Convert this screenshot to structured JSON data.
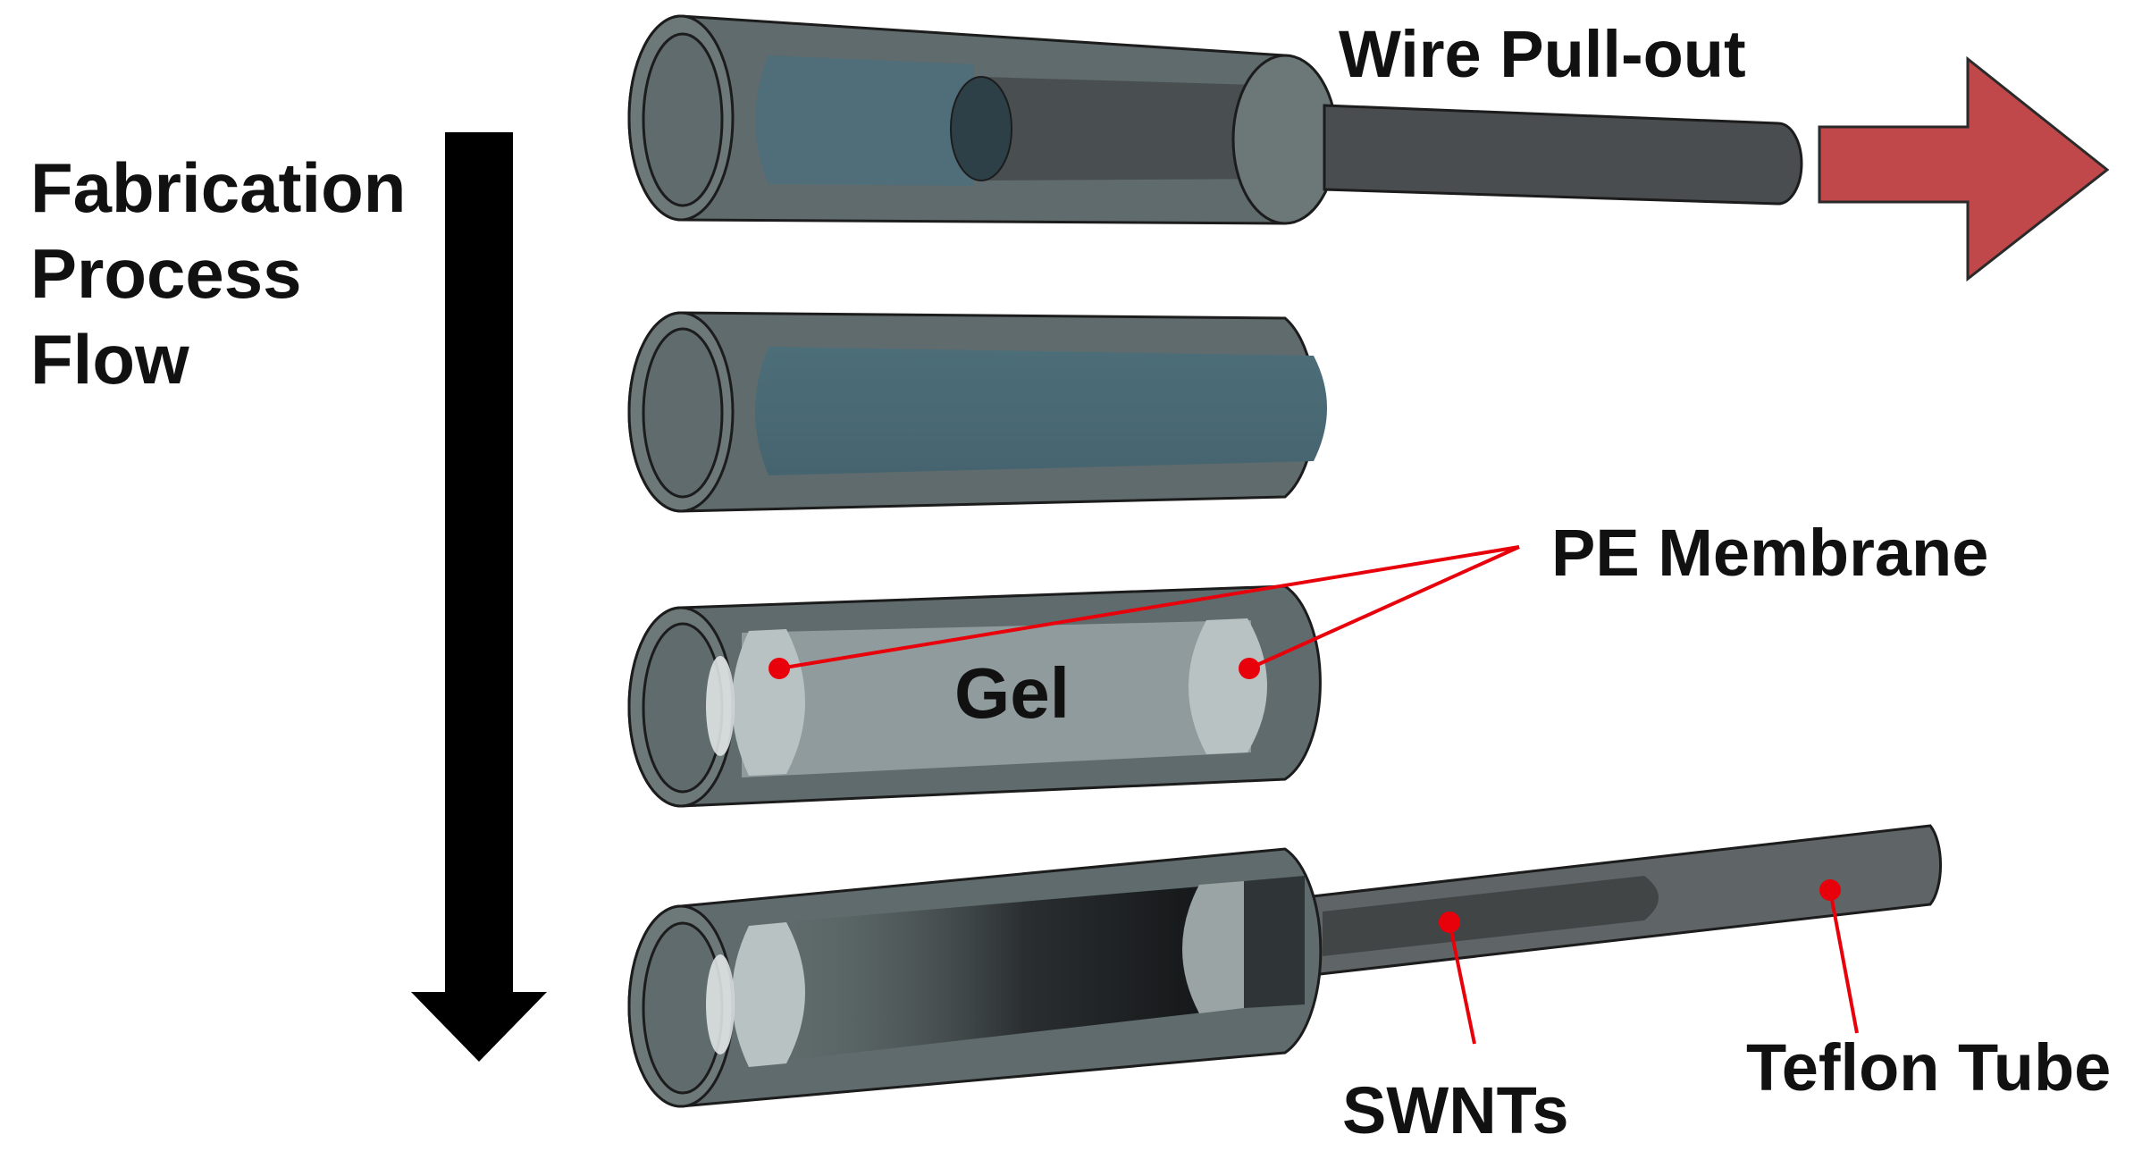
{
  "flow": {
    "lines": [
      "Fabrication",
      "Process",
      "Flow"
    ]
  },
  "labels": {
    "wire_pullout": "Wire Pull-out",
    "pe_membrane": "PE Membrane",
    "gel": "Gel",
    "swnts": "SWNTs",
    "teflon_tube": "Teflon Tube"
  },
  "colors": {
    "tube_body": "#5f6b6c",
    "tube_end": "#6d7879",
    "gel_fill": "#4f6f7a",
    "membrane": "#b9c2c3",
    "wire": "#4a4d4f",
    "pullout_arrow": "#c0474a",
    "callout_line": "#e8000b",
    "flow_arrow": "#000000"
  },
  "icons": {
    "process_arrow": "down-arrow-icon",
    "pullout_arrow": "right-arrow-icon"
  }
}
